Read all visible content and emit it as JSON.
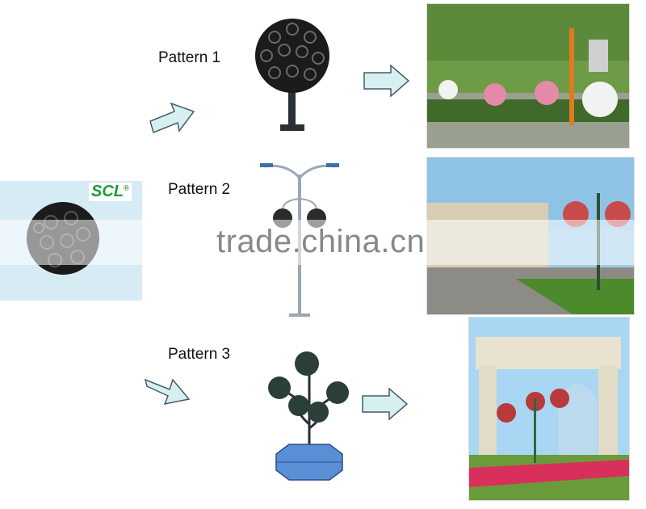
{
  "patterns": [
    {
      "label": "Pattern 1"
    },
    {
      "label": "Pattern 2"
    },
    {
      "label": "Pattern 3"
    }
  ],
  "logo": {
    "text": "SCL",
    "mark": "®"
  },
  "watermark": {
    "text": "trade.china.cn"
  },
  "colors": {
    "arrow_fill": "#d6f0f2",
    "arrow_stroke": "#4a5a6a",
    "sphere": "#1b1b1b",
    "pole": "#2a2f36",
    "hex_planter": "#5a8fd6",
    "logo_bg": "#d7ebf5",
    "logo_green": "#1f9a3a"
  },
  "icons": [
    "arrow-right-icon",
    "arrow-diagonal-icon",
    "globe-lamp-icon",
    "street-lamp-icon",
    "flower-tree-icon"
  ]
}
